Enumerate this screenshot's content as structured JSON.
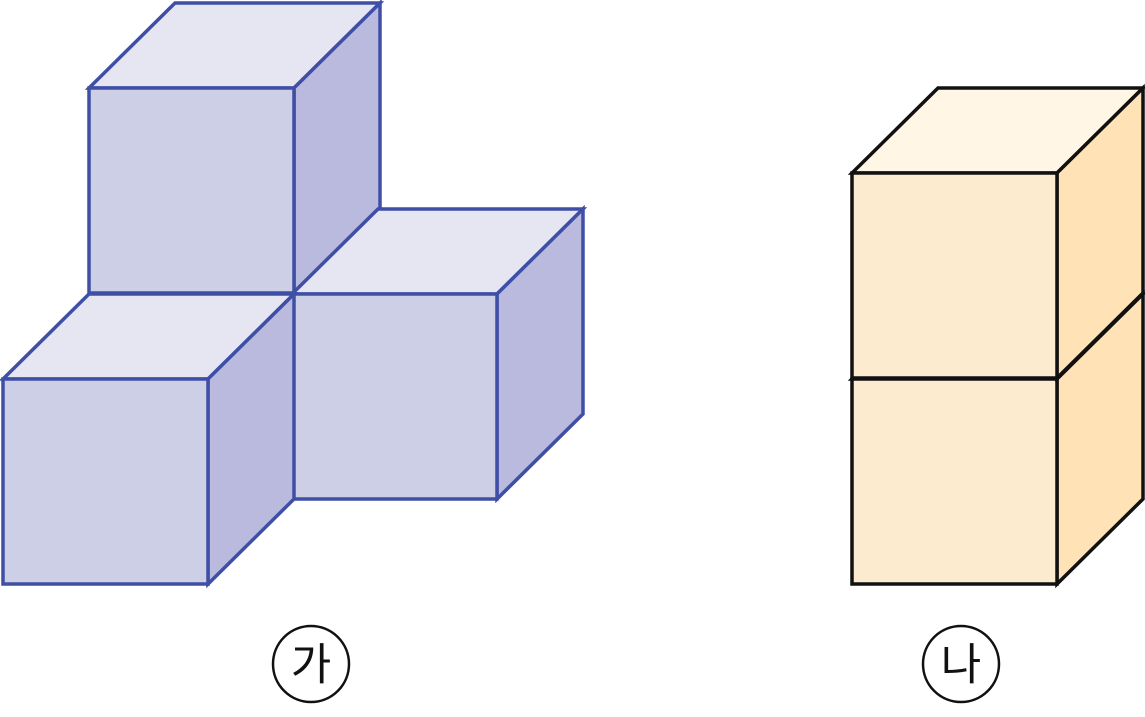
{
  "figure_a": {
    "label": "가",
    "cube_count": 3,
    "colors": {
      "front": "#CDCFE7",
      "top": "#E6E6F3",
      "side": "#B9BADD",
      "stroke": "#3F4FA5"
    }
  },
  "figure_b": {
    "label": "나",
    "cube_count": 2,
    "colors": {
      "front": "#FDEBCF",
      "top": "#FFF6E6",
      "side": "#FFE3B6",
      "stroke": "#111111"
    }
  }
}
